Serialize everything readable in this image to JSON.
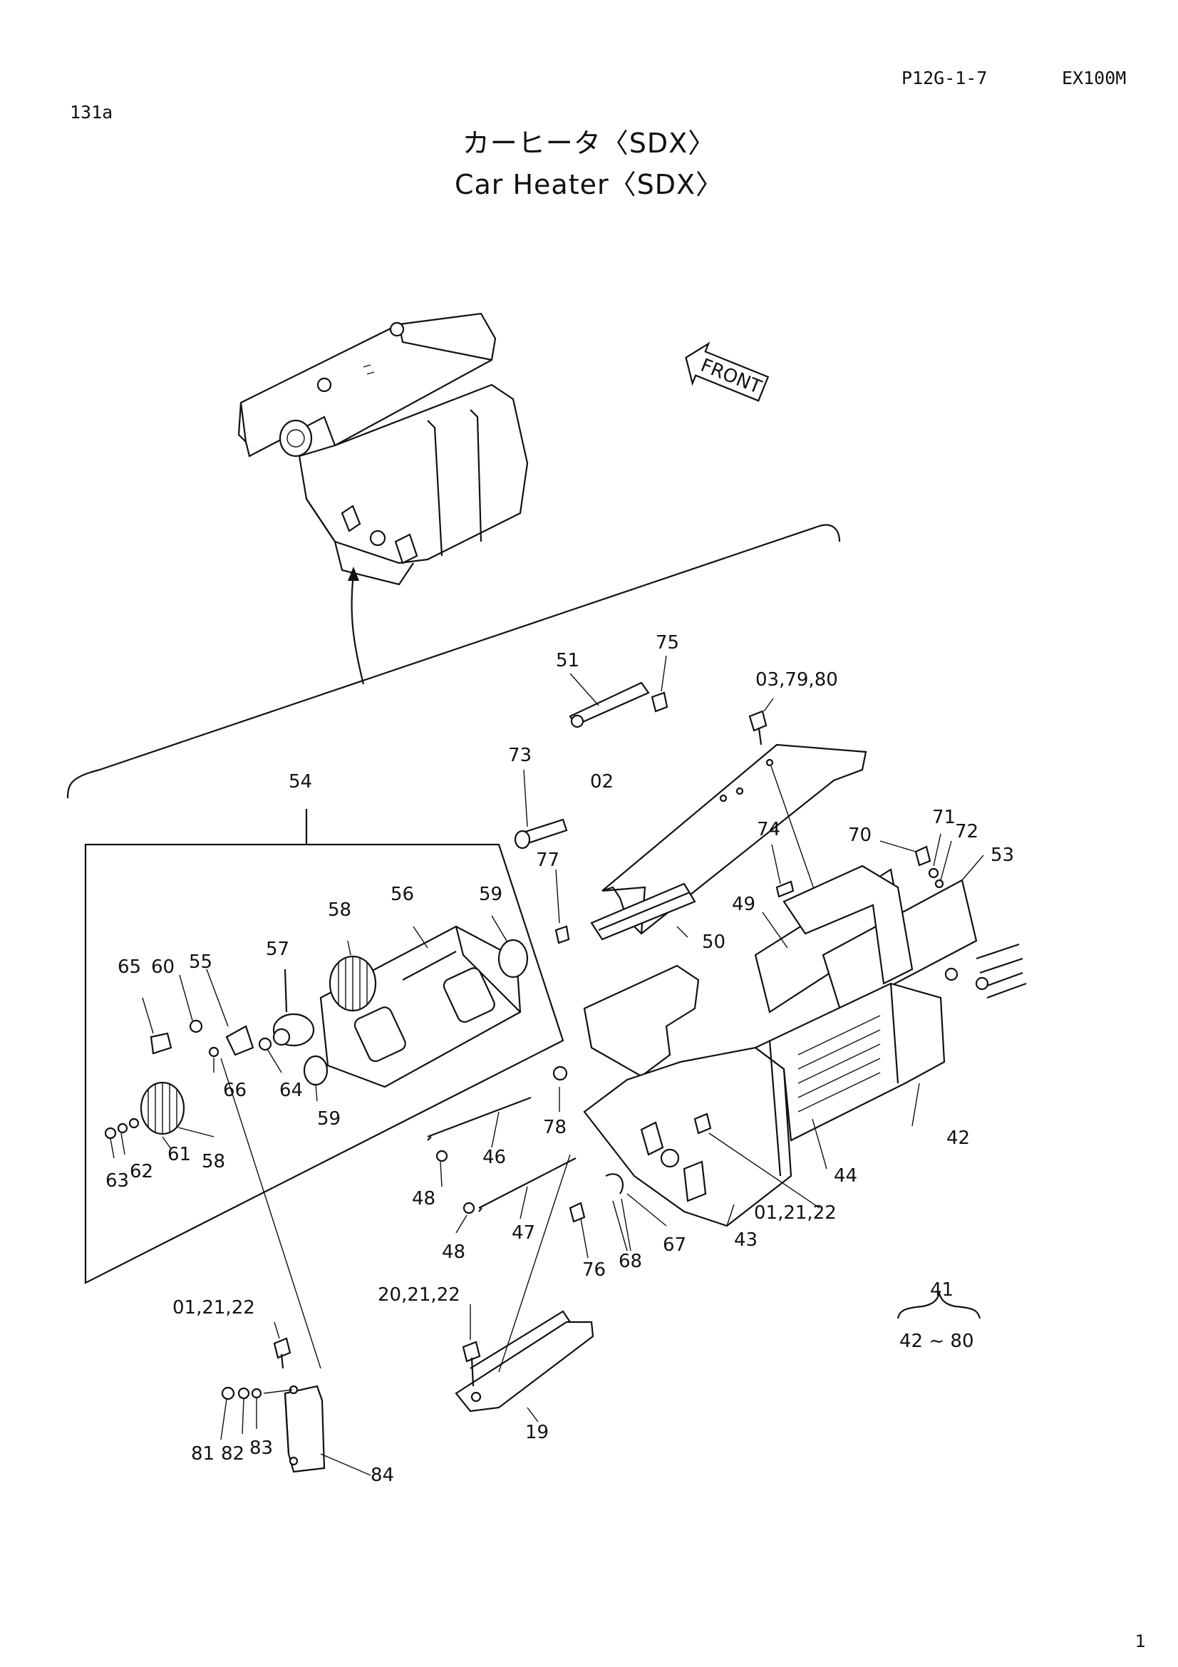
{
  "header": {
    "page_code": "P12G-1-7",
    "model": "EX100M",
    "figure_id": "131a"
  },
  "title": {
    "japanese": "カーヒータ〈SDX〉",
    "english": "Car Heater〈SDX〉"
  },
  "front_marker": "FRONT",
  "callouts": {
    "c02": "02",
    "c03_79_80": "03,79,80",
    "c19": "19",
    "c20_21_22": "20,21,22",
    "c01_21_22_a": "01,21,22",
    "c01_21_22_b": "01,21,22",
    "c41": "41",
    "c42_80": "42 ~ 80",
    "c42": "42",
    "c43": "43",
    "c44": "44",
    "c46": "46",
    "c47": "47",
    "c48_a": "48",
    "c48_b": "48",
    "c49": "49",
    "c50": "50",
    "c51": "51",
    "c53": "53",
    "c54": "54",
    "c55": "55",
    "c56": "56",
    "c57": "57",
    "c58_a": "58",
    "c58_b": "58",
    "c59_a": "59",
    "c59_b": "59",
    "c60": "60",
    "c61": "61",
    "c62": "62",
    "c63": "63",
    "c64": "64",
    "c65": "65",
    "c66": "66",
    "c67": "67",
    "c68": "68",
    "c70": "70",
    "c71": "71",
    "c72": "72",
    "c73": "73",
    "c74": "74",
    "c75": "75",
    "c76": "76",
    "c77": "77",
    "c78": "78",
    "c81": "81",
    "c82": "82",
    "c83": "83",
    "c84": "84"
  },
  "page_number": "1"
}
